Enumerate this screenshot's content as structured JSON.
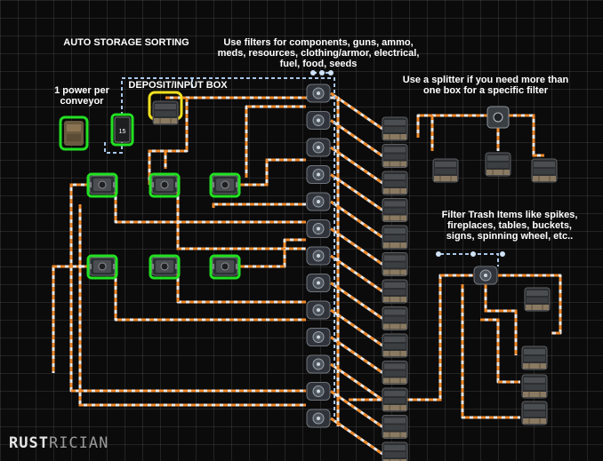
{
  "texts": {
    "title": "AUTO STORAGE SORTING",
    "filters_note": "Use filters for components, guns, ammo, meds, resources, clothing/armor, electrical, fuel, food, seeds",
    "power_note": "1 power per conveyor",
    "deposit_label": "DEPOSIT/INPUT BOX",
    "splitter_note": "Use a splitter if you need more than one box for a specific filter",
    "trash_note": "Filter Trash Items like spikes, fireplaces, tables, buckets, signs, spinning wheel, etc..",
    "switch_value": "15",
    "logo_a": "RUST",
    "logo_b": "RICIAN"
  },
  "colors": {
    "background": "#0b0b0b",
    "pipe_orange": "#f08a2a",
    "pipe_white": "#e8e8e8",
    "electric_wire": "#a9c6e8",
    "highlight_green": "#22e022",
    "highlight_yellow": "#f0e020",
    "conveyor_dark": "#3a3d40",
    "box_wood": "#8a7a62"
  },
  "icons": {
    "conveyor": "industrial-conveyor-icon",
    "storage": "large-wood-box-icon",
    "splitter": "fluid-splitter-icon",
    "battery": "small-battery-icon",
    "switch": "power-switch-icon"
  }
}
